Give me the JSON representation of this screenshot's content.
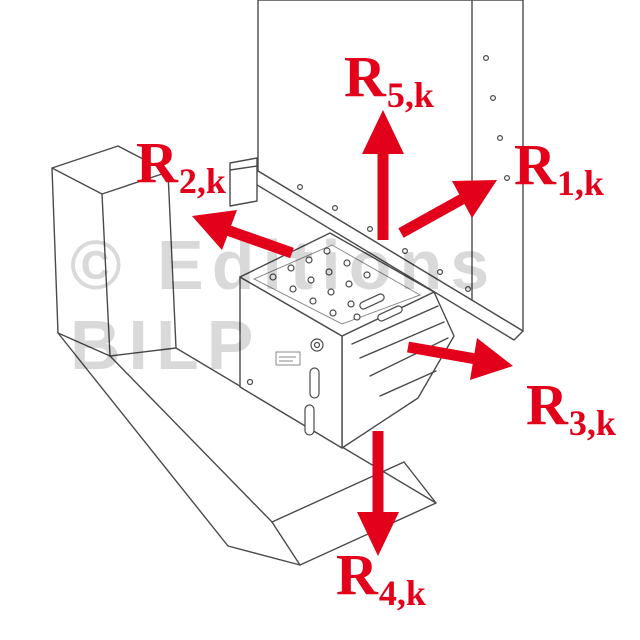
{
  "watermark": {
    "line1": "© Editions",
    "line2": "BILP"
  },
  "forces": [
    {
      "id": "R1k",
      "symbol": "R",
      "subscript": "1,k",
      "direction": "up-right"
    },
    {
      "id": "R2k",
      "symbol": "R",
      "subscript": "2,k",
      "direction": "up-left"
    },
    {
      "id": "R3k",
      "symbol": "R",
      "subscript": "3,k",
      "direction": "right"
    },
    {
      "id": "R4k",
      "symbol": "R",
      "subscript": "4,k",
      "direction": "down"
    },
    {
      "id": "R5k",
      "symbol": "R",
      "subscript": "5,k",
      "direction": "up"
    }
  ],
  "colors": {
    "arrow": "#e2001a",
    "line": "#4a4a4a",
    "watermark": "rgba(0,0,0,0.15)",
    "background": "#ffffff"
  }
}
